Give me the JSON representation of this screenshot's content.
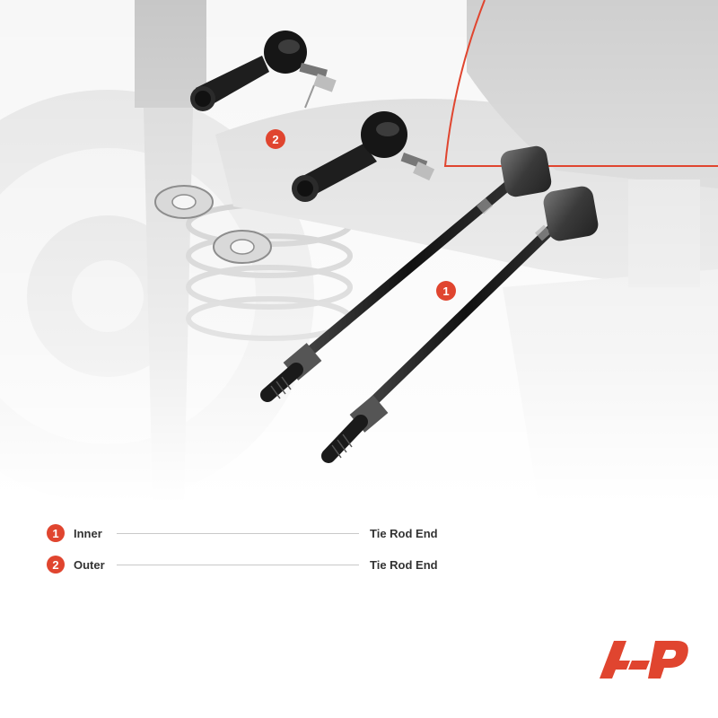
{
  "callouts": {
    "inner_number": "1",
    "outer_number": "2"
  },
  "legend": [
    {
      "number": "1",
      "name": "Inner",
      "part": "Tie Rod End"
    },
    {
      "number": "2",
      "name": "Outer",
      "part": "Tie Rod End"
    }
  ],
  "colors": {
    "accent": "#e0452f",
    "part_black": "#1a1a1a",
    "background": "#ffffff"
  }
}
